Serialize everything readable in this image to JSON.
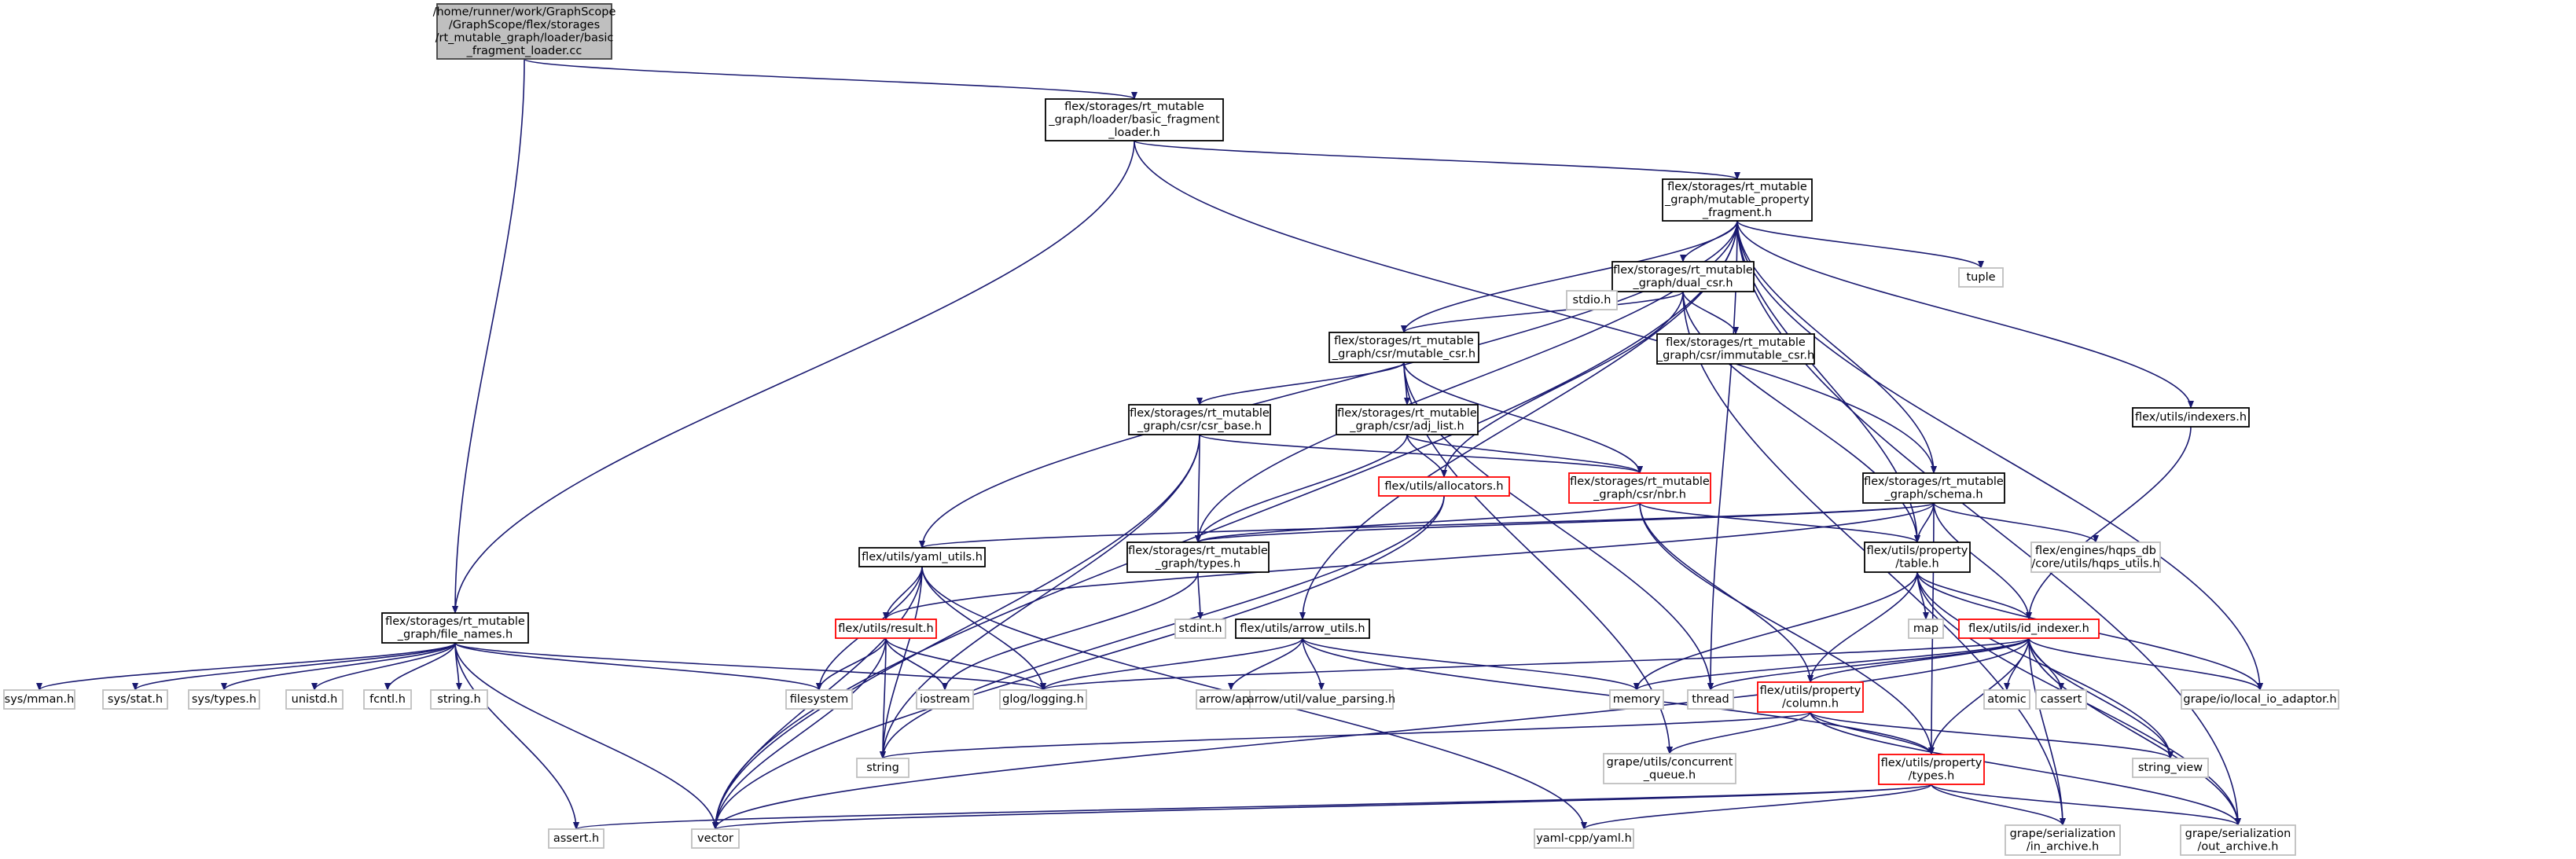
{
  "nodes": [
    {
      "id": "root",
      "style": "root",
      "lines": [
        "/home/runner/work/GraphScope",
        "/GraphScope/flex/storages",
        "/rt_mutable_graph/loader/basic",
        "_fragment_loader.cc"
      ]
    },
    {
      "id": "basic_fragment_loader_h",
      "style": "black",
      "lines": [
        "flex/storages/rt_mutable",
        "_graph/loader/basic_fragment",
        "_loader.h"
      ]
    },
    {
      "id": "file_names_h",
      "style": "black",
      "lines": [
        "flex/storages/rt_mutable",
        "_graph/file_names.h"
      ]
    },
    {
      "id": "mutable_property_fragment_h",
      "style": "black",
      "lines": [
        "flex/storages/rt_mutable",
        "_graph/mutable_property",
        "_fragment.h"
      ]
    },
    {
      "id": "dual_csr_h",
      "style": "black",
      "lines": [
        "flex/storages/rt_mutable",
        "_graph/dual_csr.h"
      ]
    },
    {
      "id": "tuple",
      "style": "gray",
      "lines": [
        "tuple"
      ]
    },
    {
      "id": "stdio_h",
      "style": "gray",
      "lines": [
        "stdio.h"
      ]
    },
    {
      "id": "immutable_csr_h",
      "style": "black",
      "lines": [
        "flex/storages/rt_mutable",
        "_graph/csr/immutable_csr.h"
      ]
    },
    {
      "id": "mutable_csr_h",
      "style": "black",
      "lines": [
        "flex/storages/rt_mutable",
        "_graph/csr/mutable_csr.h"
      ]
    },
    {
      "id": "csr_base_h",
      "style": "black",
      "lines": [
        "flex/storages/rt_mutable",
        "_graph/csr/csr_base.h"
      ]
    },
    {
      "id": "adj_list_h",
      "style": "black",
      "lines": [
        "flex/storages/rt_mutable",
        "_graph/csr/adj_list.h"
      ]
    },
    {
      "id": "allocators_h",
      "style": "red",
      "lines": [
        "flex/utils/allocators.h"
      ]
    },
    {
      "id": "nbr_h",
      "style": "red",
      "lines": [
        "flex/storages/rt_mutable",
        "_graph/csr/nbr.h"
      ]
    },
    {
      "id": "schema_h",
      "style": "black",
      "lines": [
        "flex/storages/rt_mutable",
        "_graph/schema.h"
      ]
    },
    {
      "id": "indexers_h",
      "style": "black",
      "lines": [
        "flex/utils/indexers.h"
      ]
    },
    {
      "id": "yaml_utils_h",
      "style": "black",
      "lines": [
        "flex/utils/yaml_utils.h"
      ]
    },
    {
      "id": "types_h",
      "style": "black",
      "lines": [
        "flex/storages/rt_mutable",
        "_graph/types.h"
      ]
    },
    {
      "id": "hqps_utils_h",
      "style": "gray",
      "lines": [
        "flex/engines/hqps_db",
        "/core/utils/hqps_utils.h"
      ]
    },
    {
      "id": "table_h",
      "style": "black",
      "lines": [
        "flex/utils/property",
        "/table.h"
      ]
    },
    {
      "id": "result_h",
      "style": "red",
      "lines": [
        "flex/utils/result.h"
      ]
    },
    {
      "id": "stdint_h",
      "style": "gray",
      "lines": [
        "stdint.h"
      ]
    },
    {
      "id": "arrow_utils_h",
      "style": "black",
      "lines": [
        "flex/utils/arrow_utils.h"
      ]
    },
    {
      "id": "map",
      "style": "gray",
      "lines": [
        "map"
      ]
    },
    {
      "id": "id_indexer_h",
      "style": "red",
      "lines": [
        "flex/utils/id_indexer.h"
      ]
    },
    {
      "id": "sys_mman_h",
      "style": "gray",
      "lines": [
        "sys/mman.h"
      ]
    },
    {
      "id": "sys_stat_h",
      "style": "gray",
      "lines": [
        "sys/stat.h"
      ]
    },
    {
      "id": "sys_types_h",
      "style": "gray",
      "lines": [
        "sys/types.h"
      ]
    },
    {
      "id": "unistd_h",
      "style": "gray",
      "lines": [
        "unistd.h"
      ]
    },
    {
      "id": "fcntl_h",
      "style": "gray",
      "lines": [
        "fcntl.h"
      ]
    },
    {
      "id": "string_h",
      "style": "gray",
      "lines": [
        "string.h"
      ]
    },
    {
      "id": "filesystem",
      "style": "gray",
      "lines": [
        "filesystem"
      ]
    },
    {
      "id": "iostream",
      "style": "gray",
      "lines": [
        "iostream"
      ]
    },
    {
      "id": "glog_logging_h",
      "style": "gray",
      "lines": [
        "glog/logging.h"
      ]
    },
    {
      "id": "arrow_api_h",
      "style": "gray",
      "lines": [
        "arrow/api.h"
      ]
    },
    {
      "id": "arrow_value_parsing_h",
      "style": "gray",
      "lines": [
        "arrow/util/value_parsing.h"
      ]
    },
    {
      "id": "memory",
      "style": "gray",
      "lines": [
        "memory"
      ]
    },
    {
      "id": "thread",
      "style": "gray",
      "lines": [
        "thread"
      ]
    },
    {
      "id": "column_h",
      "style": "red",
      "lines": [
        "flex/utils/property",
        "/column.h"
      ]
    },
    {
      "id": "atomic",
      "style": "gray",
      "lines": [
        "atomic"
      ]
    },
    {
      "id": "cassert",
      "style": "gray",
      "lines": [
        "cassert"
      ]
    },
    {
      "id": "local_io_adaptor_h",
      "style": "gray",
      "lines": [
        "grape/io/local_io_adaptor.h"
      ]
    },
    {
      "id": "string",
      "style": "gray",
      "lines": [
        "string"
      ]
    },
    {
      "id": "concurrent_queue_h",
      "style": "gray",
      "lines": [
        "grape/utils/concurrent",
        "_queue.h"
      ]
    },
    {
      "id": "property_types_h",
      "style": "red",
      "lines": [
        "flex/utils/property",
        "/types.h"
      ]
    },
    {
      "id": "string_view",
      "style": "gray",
      "lines": [
        "string_view"
      ]
    },
    {
      "id": "assert_h",
      "style": "gray",
      "lines": [
        "assert.h"
      ]
    },
    {
      "id": "vector",
      "style": "gray",
      "lines": [
        "vector"
      ]
    },
    {
      "id": "yaml_cpp_yaml_h",
      "style": "gray",
      "lines": [
        "yaml-cpp/yaml.h"
      ]
    },
    {
      "id": "in_archive_h",
      "style": "gray",
      "lines": [
        "grape/serialization",
        "/in_archive.h"
      ]
    },
    {
      "id": "out_archive_h",
      "style": "gray",
      "lines": [
        "grape/serialization",
        "/out_archive.h"
      ]
    }
  ],
  "edges": [
    [
      "root",
      "basic_fragment_loader_h"
    ],
    [
      "root",
      "file_names_h"
    ],
    [
      "basic_fragment_loader_h",
      "file_names_h"
    ],
    [
      "basic_fragment_loader_h",
      "mutable_property_fragment_h"
    ],
    [
      "basic_fragment_loader_h",
      "schema_h"
    ],
    [
      "mutable_property_fragment_h",
      "dual_csr_h"
    ],
    [
      "mutable_property_fragment_h",
      "tuple"
    ],
    [
      "mutable_property_fragment_h",
      "mutable_csr_h"
    ],
    [
      "mutable_property_fragment_h",
      "schema_h"
    ],
    [
      "mutable_property_fragment_h",
      "indexers_h"
    ],
    [
      "mutable_property_fragment_h",
      "yaml_utils_h"
    ],
    [
      "mutable_property_fragment_h",
      "types_h"
    ],
    [
      "mutable_property_fragment_h",
      "arrow_utils_h"
    ],
    [
      "mutable_property_fragment_h",
      "table_h"
    ],
    [
      "mutable_property_fragment_h",
      "vector"
    ],
    [
      "mutable_property_fragment_h",
      "thread"
    ],
    [
      "mutable_property_fragment_h",
      "local_io_adaptor_h"
    ],
    [
      "mutable_property_fragment_h",
      "out_archive_h"
    ],
    [
      "dual_csr_h",
      "stdio_h"
    ],
    [
      "dual_csr_h",
      "immutable_csr_h"
    ],
    [
      "dual_csr_h",
      "mutable_csr_h"
    ],
    [
      "dual_csr_h",
      "allocators_h"
    ],
    [
      "dual_csr_h",
      "table_h"
    ],
    [
      "dual_csr_h",
      "in_archive_h"
    ],
    [
      "mutable_csr_h",
      "csr_base_h"
    ],
    [
      "mutable_csr_h",
      "adj_list_h"
    ],
    [
      "mutable_csr_h",
      "nbr_h"
    ],
    [
      "mutable_csr_h",
      "thread"
    ],
    [
      "mutable_csr_h",
      "concurrent_queue_h"
    ],
    [
      "csr_base_h",
      "types_h"
    ],
    [
      "csr_base_h",
      "nbr_h"
    ],
    [
      "csr_base_h",
      "string"
    ],
    [
      "csr_base_h",
      "vector"
    ],
    [
      "adj_list_h",
      "allocators_h"
    ],
    [
      "adj_list_h",
      "nbr_h"
    ],
    [
      "adj_list_h",
      "types_h"
    ],
    [
      "allocators_h",
      "string"
    ],
    [
      "allocators_h",
      "vector"
    ],
    [
      "nbr_h",
      "types_h"
    ],
    [
      "nbr_h",
      "column_h"
    ],
    [
      "nbr_h",
      "property_types_h"
    ],
    [
      "nbr_h",
      "table_h"
    ],
    [
      "schema_h",
      "types_h"
    ],
    [
      "schema_h",
      "yaml_utils_h"
    ],
    [
      "schema_h",
      "result_h"
    ],
    [
      "schema_h",
      "hqps_utils_h"
    ],
    [
      "schema_h",
      "table_h"
    ],
    [
      "schema_h",
      "id_indexer_h"
    ],
    [
      "schema_h",
      "property_types_h"
    ],
    [
      "indexers_h",
      "id_indexer_h"
    ],
    [
      "yaml_utils_h",
      "result_h"
    ],
    [
      "yaml_utils_h",
      "filesystem"
    ],
    [
      "yaml_utils_h",
      "glog_logging_h"
    ],
    [
      "yaml_utils_h",
      "string"
    ],
    [
      "yaml_utils_h",
      "vector"
    ],
    [
      "yaml_utils_h",
      "yaml_cpp_yaml_h"
    ],
    [
      "types_h",
      "stdint_h"
    ],
    [
      "types_h",
      "iostream"
    ],
    [
      "result_h",
      "filesystem"
    ],
    [
      "result_h",
      "iostream"
    ],
    [
      "result_h",
      "glog_logging_h"
    ],
    [
      "result_h",
      "string"
    ],
    [
      "result_h",
      "vector"
    ],
    [
      "arrow_utils_h",
      "glog_logging_h"
    ],
    [
      "arrow_utils_h",
      "arrow_api_h"
    ],
    [
      "arrow_utils_h",
      "arrow_value_parsing_h"
    ],
    [
      "arrow_utils_h",
      "memory"
    ],
    [
      "arrow_utils_h",
      "property_types_h"
    ],
    [
      "table_h",
      "map"
    ],
    [
      "table_h",
      "id_indexer_h"
    ],
    [
      "table_h",
      "column_h"
    ],
    [
      "table_h",
      "memory"
    ],
    [
      "table_h",
      "string_view"
    ],
    [
      "table_h",
      "local_io_adaptor_h"
    ],
    [
      "table_h",
      "out_archive_h"
    ],
    [
      "id_indexer_h",
      "atomic"
    ],
    [
      "id_indexer_h",
      "cassert"
    ],
    [
      "id_indexer_h",
      "memory"
    ],
    [
      "id_indexer_h",
      "thread"
    ],
    [
      "id_indexer_h",
      "column_h"
    ],
    [
      "id_indexer_h",
      "glog_logging_h"
    ],
    [
      "id_indexer_h",
      "local_io_adaptor_h"
    ],
    [
      "id_indexer_h",
      "property_types_h"
    ],
    [
      "id_indexer_h",
      "string_view"
    ],
    [
      "id_indexer_h",
      "vector"
    ],
    [
      "id_indexer_h",
      "in_archive_h"
    ],
    [
      "id_indexer_h",
      "out_archive_h"
    ],
    [
      "file_names_h",
      "sys_mman_h"
    ],
    [
      "file_names_h",
      "sys_stat_h"
    ],
    [
      "file_names_h",
      "sys_types_h"
    ],
    [
      "file_names_h",
      "unistd_h"
    ],
    [
      "file_names_h",
      "fcntl_h"
    ],
    [
      "file_names_h",
      "string_h"
    ],
    [
      "file_names_h",
      "filesystem"
    ],
    [
      "file_names_h",
      "glog_logging_h"
    ],
    [
      "file_names_h",
      "assert_h"
    ],
    [
      "file_names_h",
      "vector"
    ],
    [
      "column_h",
      "string"
    ],
    [
      "column_h",
      "concurrent_queue_h"
    ],
    [
      "column_h",
      "property_types_h"
    ],
    [
      "column_h",
      "string_view"
    ],
    [
      "column_h",
      "out_archive_h"
    ],
    [
      "property_types_h",
      "assert_h"
    ],
    [
      "property_types_h",
      "vector"
    ],
    [
      "property_types_h",
      "yaml_cpp_yaml_h"
    ],
    [
      "property_types_h",
      "in_archive_h"
    ],
    [
      "property_types_h",
      "out_archive_h"
    ]
  ]
}
